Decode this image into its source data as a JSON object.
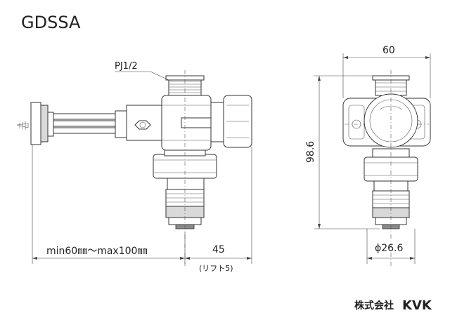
{
  "model": "GDSSA",
  "labels": {
    "thread": "PJ1/2",
    "length_range": "min60㎜〜max100㎜",
    "lift_distance": "45",
    "lift_note": "(リフト5)",
    "width": "60",
    "height": "98.6",
    "diameter": "ϕ26.6"
  },
  "maker": {
    "name": "株式会社",
    "brand": "KVK"
  }
}
